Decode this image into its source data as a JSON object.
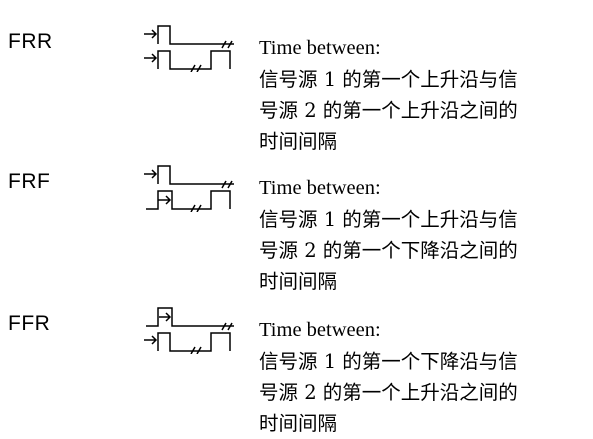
{
  "rows": [
    {
      "code": "FRR",
      "title": "Time between:",
      "description": "信号源 1 的第一个上升沿与信\n号源 2 的第一个上升沿之间的\n时间间隔"
    },
    {
      "code": "FRF",
      "title": "Time between:",
      "description": "信号源 1 的第一个上升沿与信\n号源 2 的第一个下降沿之间的\n时间间隔"
    },
    {
      "code": "FFR",
      "title": "Time between:",
      "description": "信号源 1 的第一个下降沿与信\n号源 2 的第一个上升沿之间的\n时间间隔"
    }
  ]
}
